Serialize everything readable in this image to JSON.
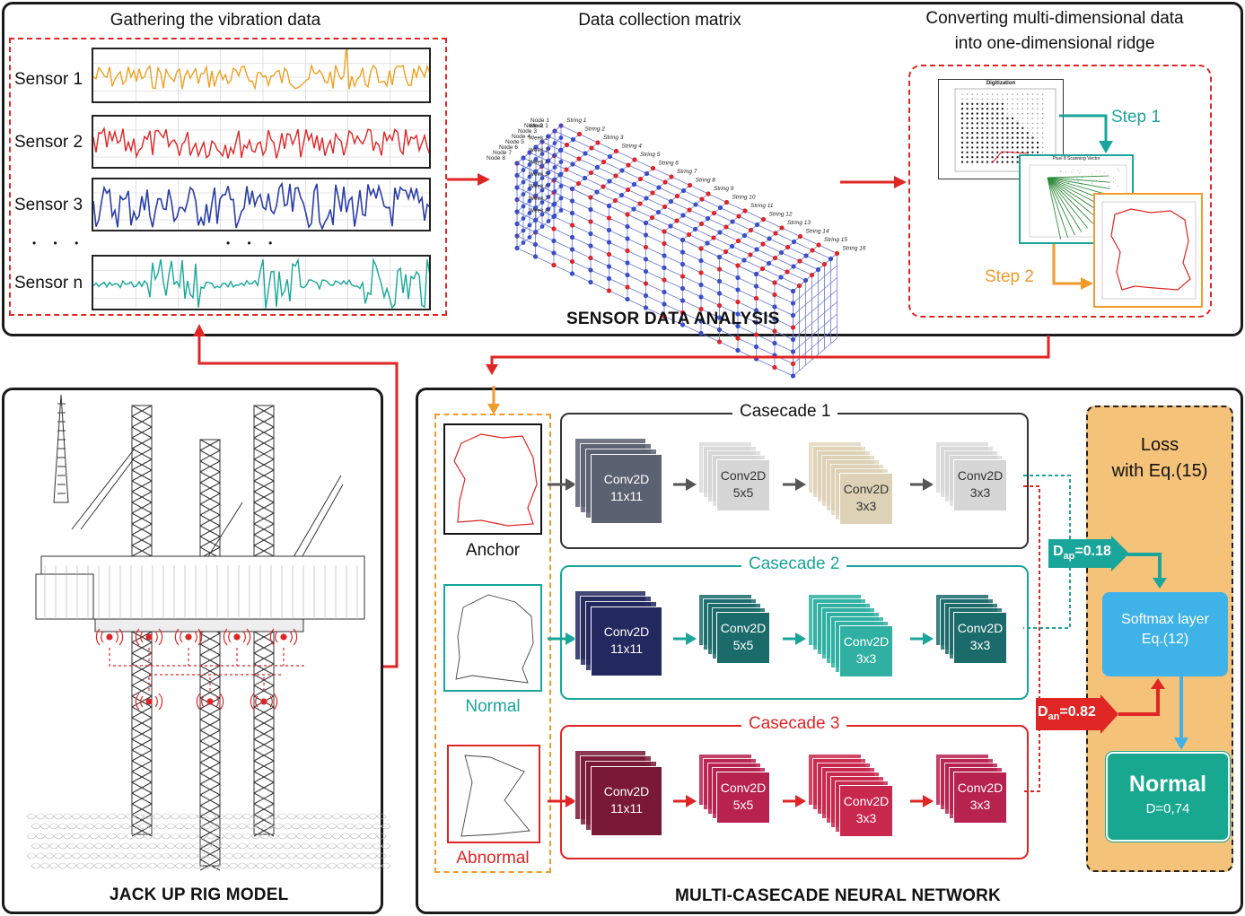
{
  "top": {
    "gather_title": "Gathering the vibration data",
    "matrix_title": "Data collection matrix",
    "convert_title_line1": "Converting multi-dimensional data",
    "convert_title_line2": "into one-dimensional ridge",
    "section_label": "SENSOR DATA ANALYSIS",
    "sensors": [
      {
        "label": "Sensor 1",
        "color": "#f0a020"
      },
      {
        "label": "Sensor 2",
        "color": "#e02525"
      },
      {
        "label": "Sensor 3",
        "color": "#2a3ea8"
      },
      {
        "label": "Sensor n",
        "color": "#17a89a"
      }
    ],
    "ellipsis": "• • •",
    "matrix_nodes": [
      "Node 8",
      "Node 7",
      "Node 6",
      "Node 5",
      "Node 4",
      "Node 3",
      "Node 2",
      "Node 1"
    ],
    "matrix_weeks": [
      "Week 1",
      "Week 2",
      "Week 3",
      "Week 4",
      "Week 5",
      "Week 6",
      "Week 7",
      "Week 8"
    ],
    "matrix_strings": [
      "String 1",
      "String 2",
      "String 3",
      "String 4",
      "String 5",
      "String 6",
      "String 7",
      "String 8",
      "String 9",
      "String 10",
      "String 11",
      "String 12",
      "String 13",
      "String 14",
      "String 15",
      "String 16"
    ],
    "step1": "Step 1",
    "step2": "Step 2",
    "step1_color": "#1aa59a",
    "step2_color": "#f29a2a",
    "plot1_title": "Digitization",
    "plot2_title": "Pixel 8 Scanning Vector"
  },
  "rig": {
    "section_label": "JACK UP RIG MODEL"
  },
  "network": {
    "section_label": "MULTI-CASECADE NEURAL NETWORK",
    "inputs": [
      {
        "label": "Anchor",
        "color": "#111111",
        "label_color": "#111111"
      },
      {
        "label": "Normal",
        "color": "#1aa59a",
        "label_color": "#1aa59a"
      },
      {
        "label": "Abnormal",
        "color": "#e02525",
        "label_color": "#e02525"
      }
    ],
    "cascades": [
      {
        "title": "Casecade 1",
        "color": "#333333",
        "title_color": "#111111",
        "layers": [
          {
            "name": "Conv2D",
            "size": "11x11",
            "color": "#5c6172"
          },
          {
            "name": "Conv2D",
            "size": "5x5",
            "color": "#d6d6d6"
          },
          {
            "name": "Conv2D",
            "size": "3x3",
            "color": "#ddd2b6"
          },
          {
            "name": "Conv2D",
            "size": "3x3",
            "color": "#d6d6d6"
          }
        ]
      },
      {
        "title": "Casecade 2",
        "color": "#1aa59a",
        "title_color": "#1aa59a",
        "layers": [
          {
            "name": "Conv2D",
            "size": "11x11",
            "color": "#23285e"
          },
          {
            "name": "Conv2D",
            "size": "5x5",
            "color": "#1b6b6a"
          },
          {
            "name": "Conv2D",
            "size": "3x3",
            "color": "#2fb0a2"
          },
          {
            "name": "Conv2D",
            "size": "3x3",
            "color": "#1b6b6a"
          }
        ]
      },
      {
        "title": "Casecade 3",
        "color": "#e02525",
        "title_color": "#e02525",
        "layers": [
          {
            "name": "Conv2D",
            "size": "11x11",
            "color": "#7a1838"
          },
          {
            "name": "Conv2D",
            "size": "5x5",
            "color": "#b8224f"
          },
          {
            "name": "Conv2D",
            "size": "3x3",
            "color": "#c9284e"
          },
          {
            "name": "Conv2D",
            "size": "3x3",
            "color": "#b8224f"
          }
        ]
      }
    ],
    "loss_line1": "Loss",
    "loss_line2": "with Eq.(15)",
    "dap_prefix": "D",
    "dap_sub": "ap",
    "dap_value": "=0.18",
    "dan_prefix": "D",
    "dan_sub": "an",
    "dan_value": "=0.82",
    "softmax_line1": "Softmax layer",
    "softmax_line2": "Eq.(12)",
    "output_label": "Normal",
    "output_value": "D=0,74"
  }
}
